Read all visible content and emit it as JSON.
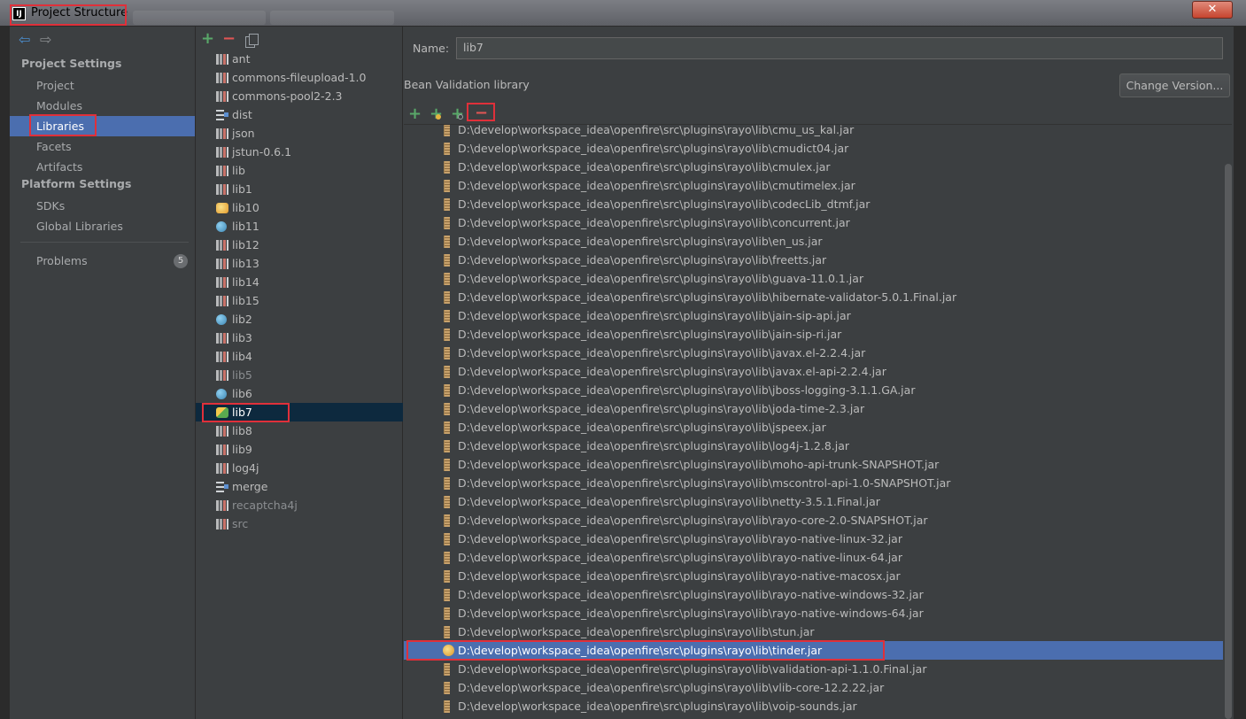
{
  "window": {
    "title": "Project Structure",
    "close_glyph": "✕"
  },
  "nav": {
    "back_icon": "arrow-left-icon",
    "forward_icon": "arrow-right-icon",
    "sections": [
      {
        "label": "Project Settings",
        "items": [
          "Project",
          "Modules",
          "Libraries",
          "Facets",
          "Artifacts"
        ]
      },
      {
        "label": "Platform Settings",
        "items": [
          "SDKs",
          "Global Libraries"
        ]
      }
    ],
    "selected": "Libraries",
    "problems": {
      "label": "Problems",
      "count": "5"
    }
  },
  "libraries": {
    "toolbar": {
      "add": "+",
      "remove": "−"
    },
    "items": [
      {
        "name": "ant",
        "icon": "books"
      },
      {
        "name": "commons-fileupload-1.0",
        "icon": "books"
      },
      {
        "name": "commons-pool2-2.3",
        "icon": "books"
      },
      {
        "name": "dist",
        "icon": "dist"
      },
      {
        "name": "json",
        "icon": "books"
      },
      {
        "name": "jstun-0.6.1",
        "icon": "books"
      },
      {
        "name": "lib",
        "icon": "books"
      },
      {
        "name": "lib1",
        "icon": "books"
      },
      {
        "name": "lib10",
        "icon": "coffee"
      },
      {
        "name": "lib11",
        "icon": "leaf"
      },
      {
        "name": "lib12",
        "icon": "books"
      },
      {
        "name": "lib13",
        "icon": "books"
      },
      {
        "name": "lib14",
        "icon": "books"
      },
      {
        "name": "lib15",
        "icon": "books"
      },
      {
        "name": "lib2",
        "icon": "leaf"
      },
      {
        "name": "lib3",
        "icon": "books"
      },
      {
        "name": "lib4",
        "icon": "books"
      },
      {
        "name": "lib5",
        "icon": "books",
        "dim": true
      },
      {
        "name": "lib6",
        "icon": "leaf"
      },
      {
        "name": "lib7",
        "icon": "mixed",
        "selected": true
      },
      {
        "name": "lib8",
        "icon": "books"
      },
      {
        "name": "lib9",
        "icon": "books"
      },
      {
        "name": "log4j",
        "icon": "books"
      },
      {
        "name": "merge",
        "icon": "dist"
      },
      {
        "name": "recaptcha4j",
        "icon": "books",
        "dim": true
      },
      {
        "name": "src",
        "icon": "books",
        "dim": true
      }
    ]
  },
  "detail": {
    "name_label": "Name:",
    "name_value": "lib7",
    "library_type": "Bean Validation library",
    "change_version": "Change Version...",
    "toolbar": {
      "add": "+",
      "add_jar": "+",
      "add_url": "+",
      "remove": "−"
    },
    "roots": [
      "D:\\develop\\workspace_idea\\openfire\\src\\plugins\\rayo\\lib\\cmu_us_kal.jar",
      "D:\\develop\\workspace_idea\\openfire\\src\\plugins\\rayo\\lib\\cmudict04.jar",
      "D:\\develop\\workspace_idea\\openfire\\src\\plugins\\rayo\\lib\\cmulex.jar",
      "D:\\develop\\workspace_idea\\openfire\\src\\plugins\\rayo\\lib\\cmutimelex.jar",
      "D:\\develop\\workspace_idea\\openfire\\src\\plugins\\rayo\\lib\\codecLib_dtmf.jar",
      "D:\\develop\\workspace_idea\\openfire\\src\\plugins\\rayo\\lib\\concurrent.jar",
      "D:\\develop\\workspace_idea\\openfire\\src\\plugins\\rayo\\lib\\en_us.jar",
      "D:\\develop\\workspace_idea\\openfire\\src\\plugins\\rayo\\lib\\freetts.jar",
      "D:\\develop\\workspace_idea\\openfire\\src\\plugins\\rayo\\lib\\guava-11.0.1.jar",
      "D:\\develop\\workspace_idea\\openfire\\src\\plugins\\rayo\\lib\\hibernate-validator-5.0.1.Final.jar",
      "D:\\develop\\workspace_idea\\openfire\\src\\plugins\\rayo\\lib\\jain-sip-api.jar",
      "D:\\develop\\workspace_idea\\openfire\\src\\plugins\\rayo\\lib\\jain-sip-ri.jar",
      "D:\\develop\\workspace_idea\\openfire\\src\\plugins\\rayo\\lib\\javax.el-2.2.4.jar",
      "D:\\develop\\workspace_idea\\openfire\\src\\plugins\\rayo\\lib\\javax.el-api-2.2.4.jar",
      "D:\\develop\\workspace_idea\\openfire\\src\\plugins\\rayo\\lib\\jboss-logging-3.1.1.GA.jar",
      "D:\\develop\\workspace_idea\\openfire\\src\\plugins\\rayo\\lib\\joda-time-2.3.jar",
      "D:\\develop\\workspace_idea\\openfire\\src\\plugins\\rayo\\lib\\jspeex.jar",
      "D:\\develop\\workspace_idea\\openfire\\src\\plugins\\rayo\\lib\\log4j-1.2.8.jar",
      "D:\\develop\\workspace_idea\\openfire\\src\\plugins\\rayo\\lib\\moho-api-trunk-SNAPSHOT.jar",
      "D:\\develop\\workspace_idea\\openfire\\src\\plugins\\rayo\\lib\\mscontrol-api-1.0-SNAPSHOT.jar",
      "D:\\develop\\workspace_idea\\openfire\\src\\plugins\\rayo\\lib\\netty-3.5.1.Final.jar",
      "D:\\develop\\workspace_idea\\openfire\\src\\plugins\\rayo\\lib\\rayo-core-2.0-SNAPSHOT.jar",
      "D:\\develop\\workspace_idea\\openfire\\src\\plugins\\rayo\\lib\\rayo-native-linux-32.jar",
      "D:\\develop\\workspace_idea\\openfire\\src\\plugins\\rayo\\lib\\rayo-native-linux-64.jar",
      "D:\\develop\\workspace_idea\\openfire\\src\\plugins\\rayo\\lib\\rayo-native-macosx.jar",
      "D:\\develop\\workspace_idea\\openfire\\src\\plugins\\rayo\\lib\\rayo-native-windows-32.jar",
      "D:\\develop\\workspace_idea\\openfire\\src\\plugins\\rayo\\lib\\rayo-native-windows-64.jar",
      "D:\\develop\\workspace_idea\\openfire\\src\\plugins\\rayo\\lib\\stun.jar",
      "D:\\develop\\workspace_idea\\openfire\\src\\plugins\\rayo\\lib\\tinder.jar",
      "D:\\develop\\workspace_idea\\openfire\\src\\plugins\\rayo\\lib\\validation-api-1.1.0.Final.jar",
      "D:\\develop\\workspace_idea\\openfire\\src\\plugins\\rayo\\lib\\vlib-core-12.2.22.jar",
      "D:\\develop\\workspace_idea\\openfire\\src\\plugins\\rayo\\lib\\voip-sounds.jar"
    ],
    "selected_root": "D:\\develop\\workspace_idea\\openfire\\src\\plugins\\rayo\\lib\\tinder.jar"
  },
  "colors": {
    "background": "#3c3f41",
    "selection": "#4b6eaf",
    "inactive_selection": "#0d293e",
    "highlight": "#e0303a",
    "add": "#59a869",
    "remove": "#e05555"
  }
}
